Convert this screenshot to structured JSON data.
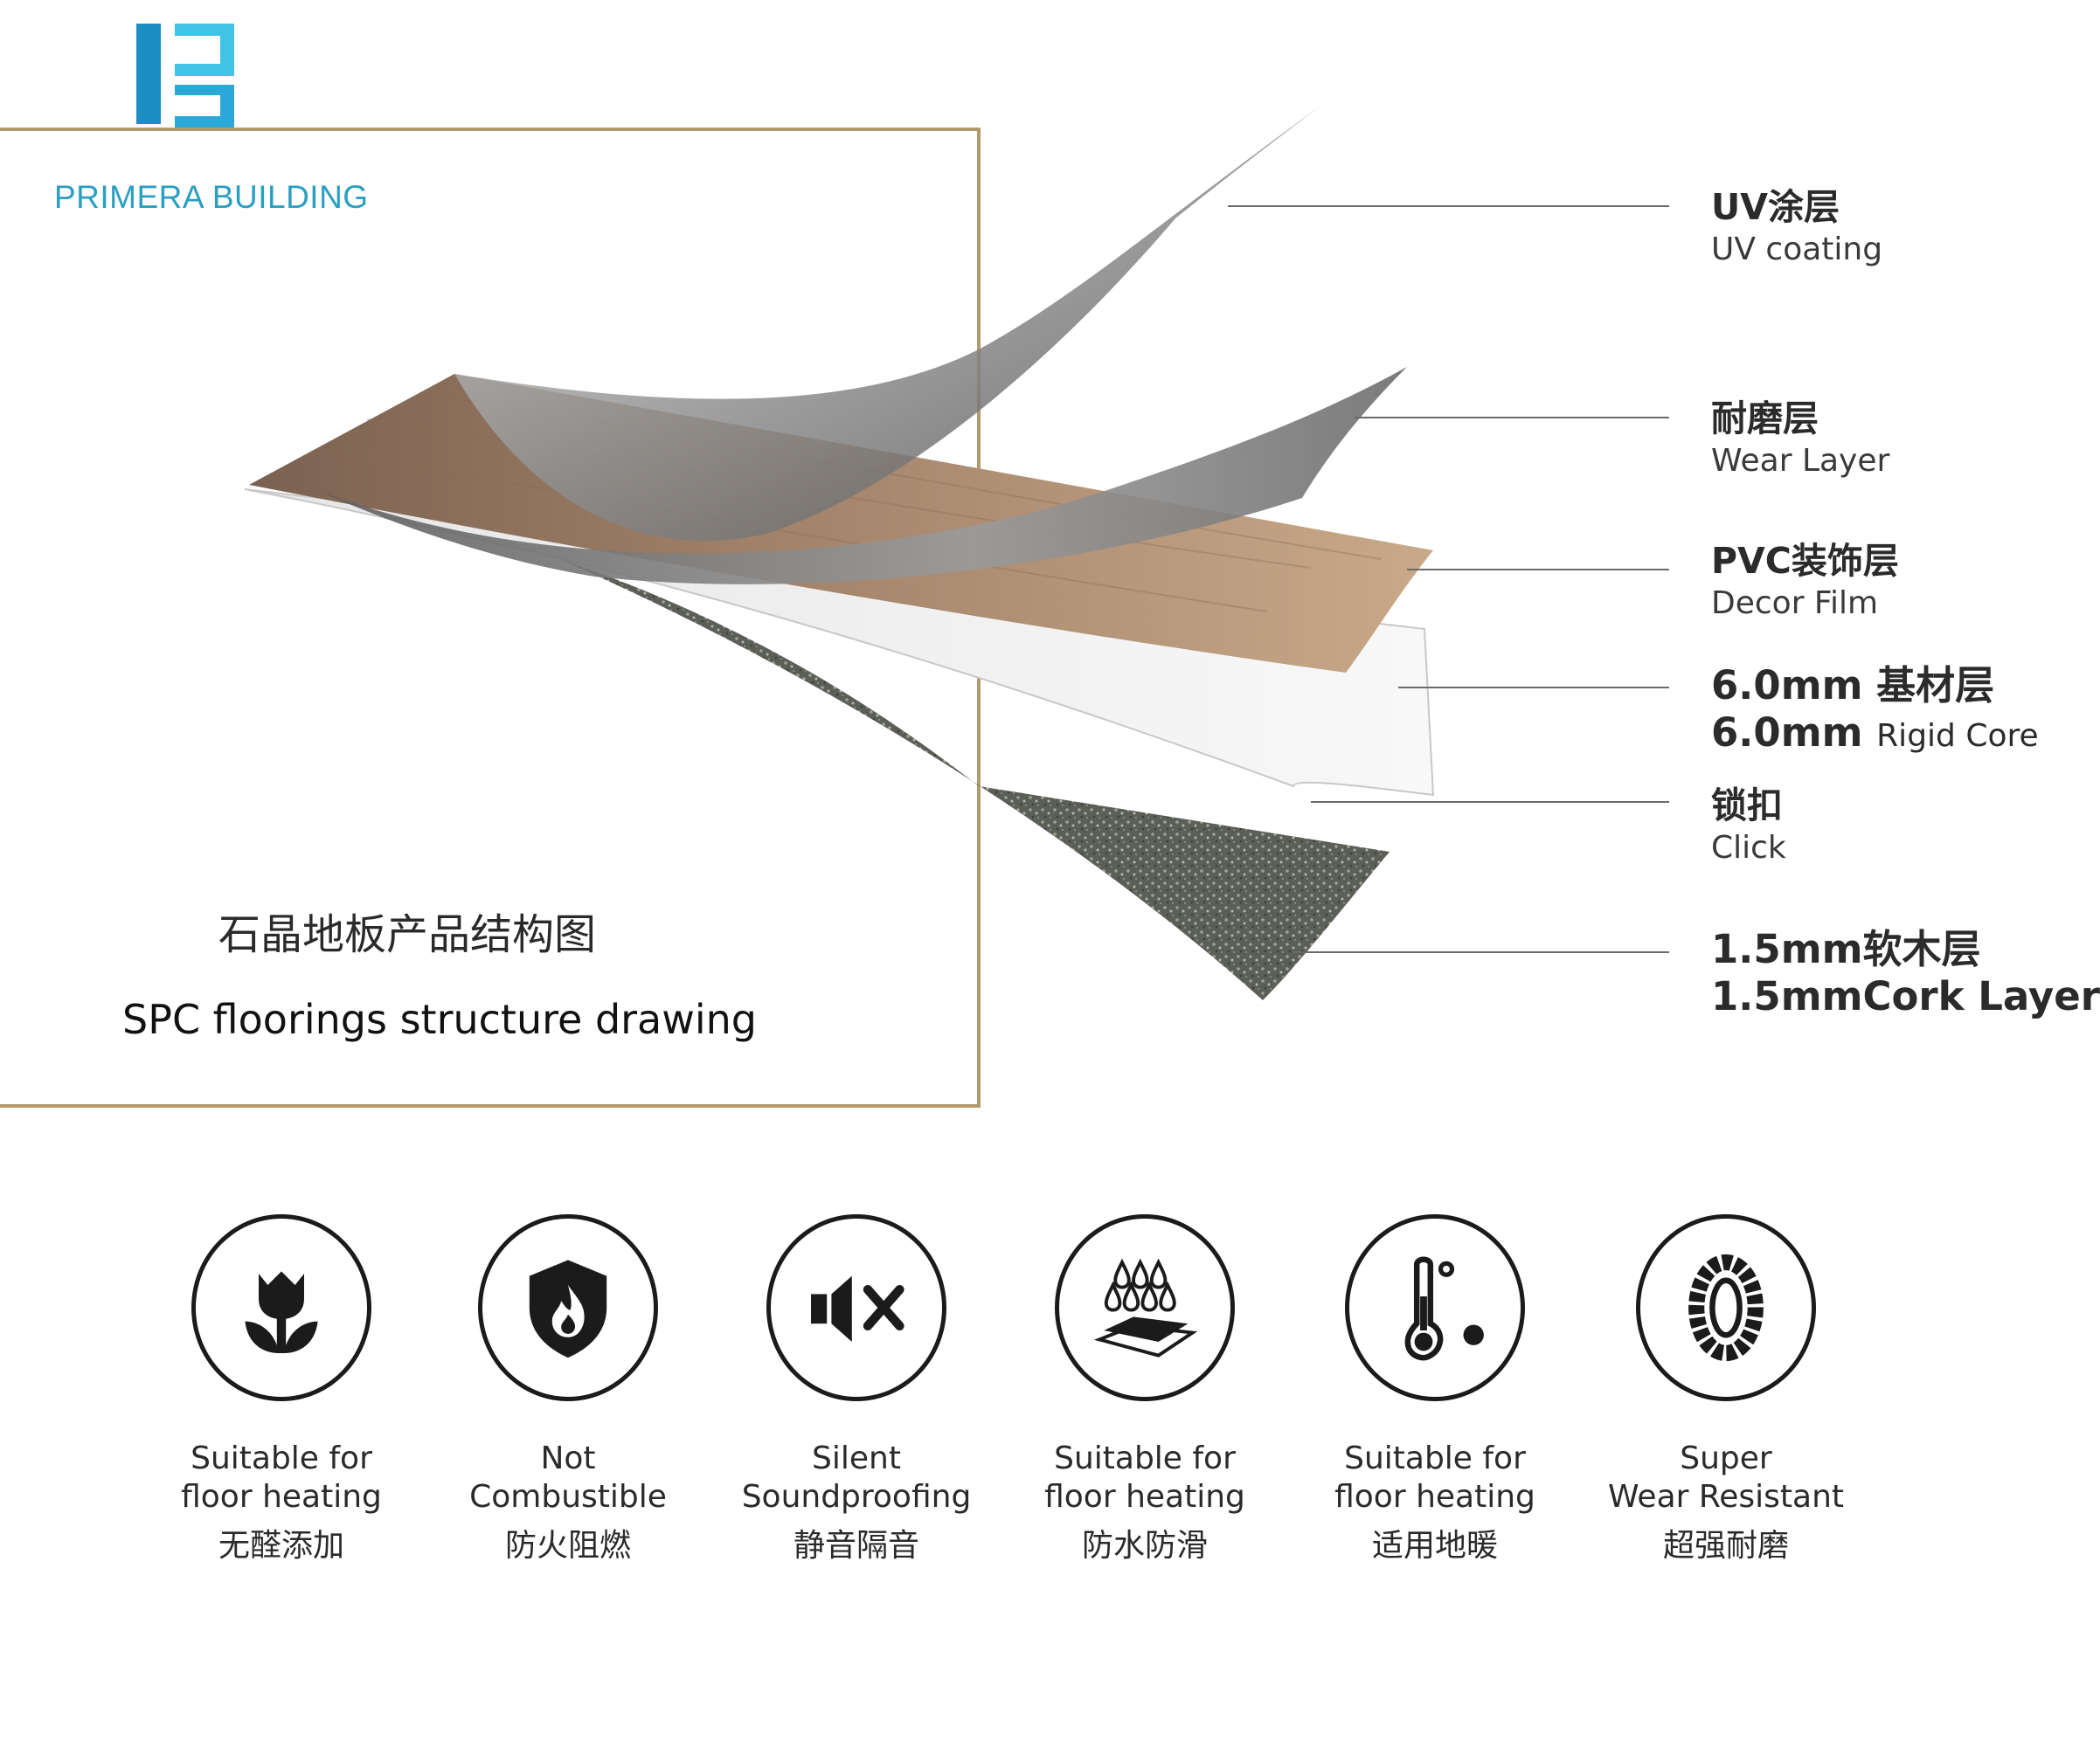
{
  "brand": {
    "name": "PRIMERA BUILDING",
    "logo_icon": "primera-logo-mark"
  },
  "title": {
    "cn": "石晶地板产品结构图",
    "en": "SPC floorings structure drawing"
  },
  "layers": [
    {
      "cn": "UV涂层",
      "en": "UV coating"
    },
    {
      "cn": "耐磨层",
      "en": "Wear Layer"
    },
    {
      "cn": "PVC装饰层",
      "en": "Decor Film"
    },
    {
      "line1_prefix": "6.0mm",
      "line1_cn": "基材层",
      "line2_prefix": "6.0mm",
      "line2_en": "Rigid Core"
    },
    {
      "cn": "锁扣",
      "en": "Click"
    },
    {
      "line1": "1.5mm软木层",
      "line2": "1.5mmCork Layer"
    }
  ],
  "features": [
    {
      "icon": "tulip-icon",
      "en_line1": "Suitable for",
      "en_line2": "floor heating",
      "cn": "无醛添加"
    },
    {
      "icon": "fire-shield-icon",
      "en_line1": "Not",
      "en_line2": "Combustible",
      "cn": "防火阻燃"
    },
    {
      "icon": "speaker-mute-icon",
      "en_line1": "Silent",
      "en_line2": "Soundproofing",
      "cn": "静音隔音"
    },
    {
      "icon": "water-drops-icon",
      "en_line1": "Suitable for",
      "en_line2": "floor heating",
      "cn": "防水防滑"
    },
    {
      "icon": "thermometer-icon",
      "en_line1": "Suitable for",
      "en_line2": "floor heating",
      "cn": "适用地暖"
    },
    {
      "icon": "tire-icon",
      "en_line1": "Super",
      "en_line2": "Wear Resistant",
      "cn": "超强耐磨"
    }
  ],
  "colors": {
    "brand_blue": "#2a9fc2",
    "frame_gold": "#b39a6a",
    "icon_dark": "#1b1b1b",
    "leader_gray": "#6a6a6a"
  }
}
